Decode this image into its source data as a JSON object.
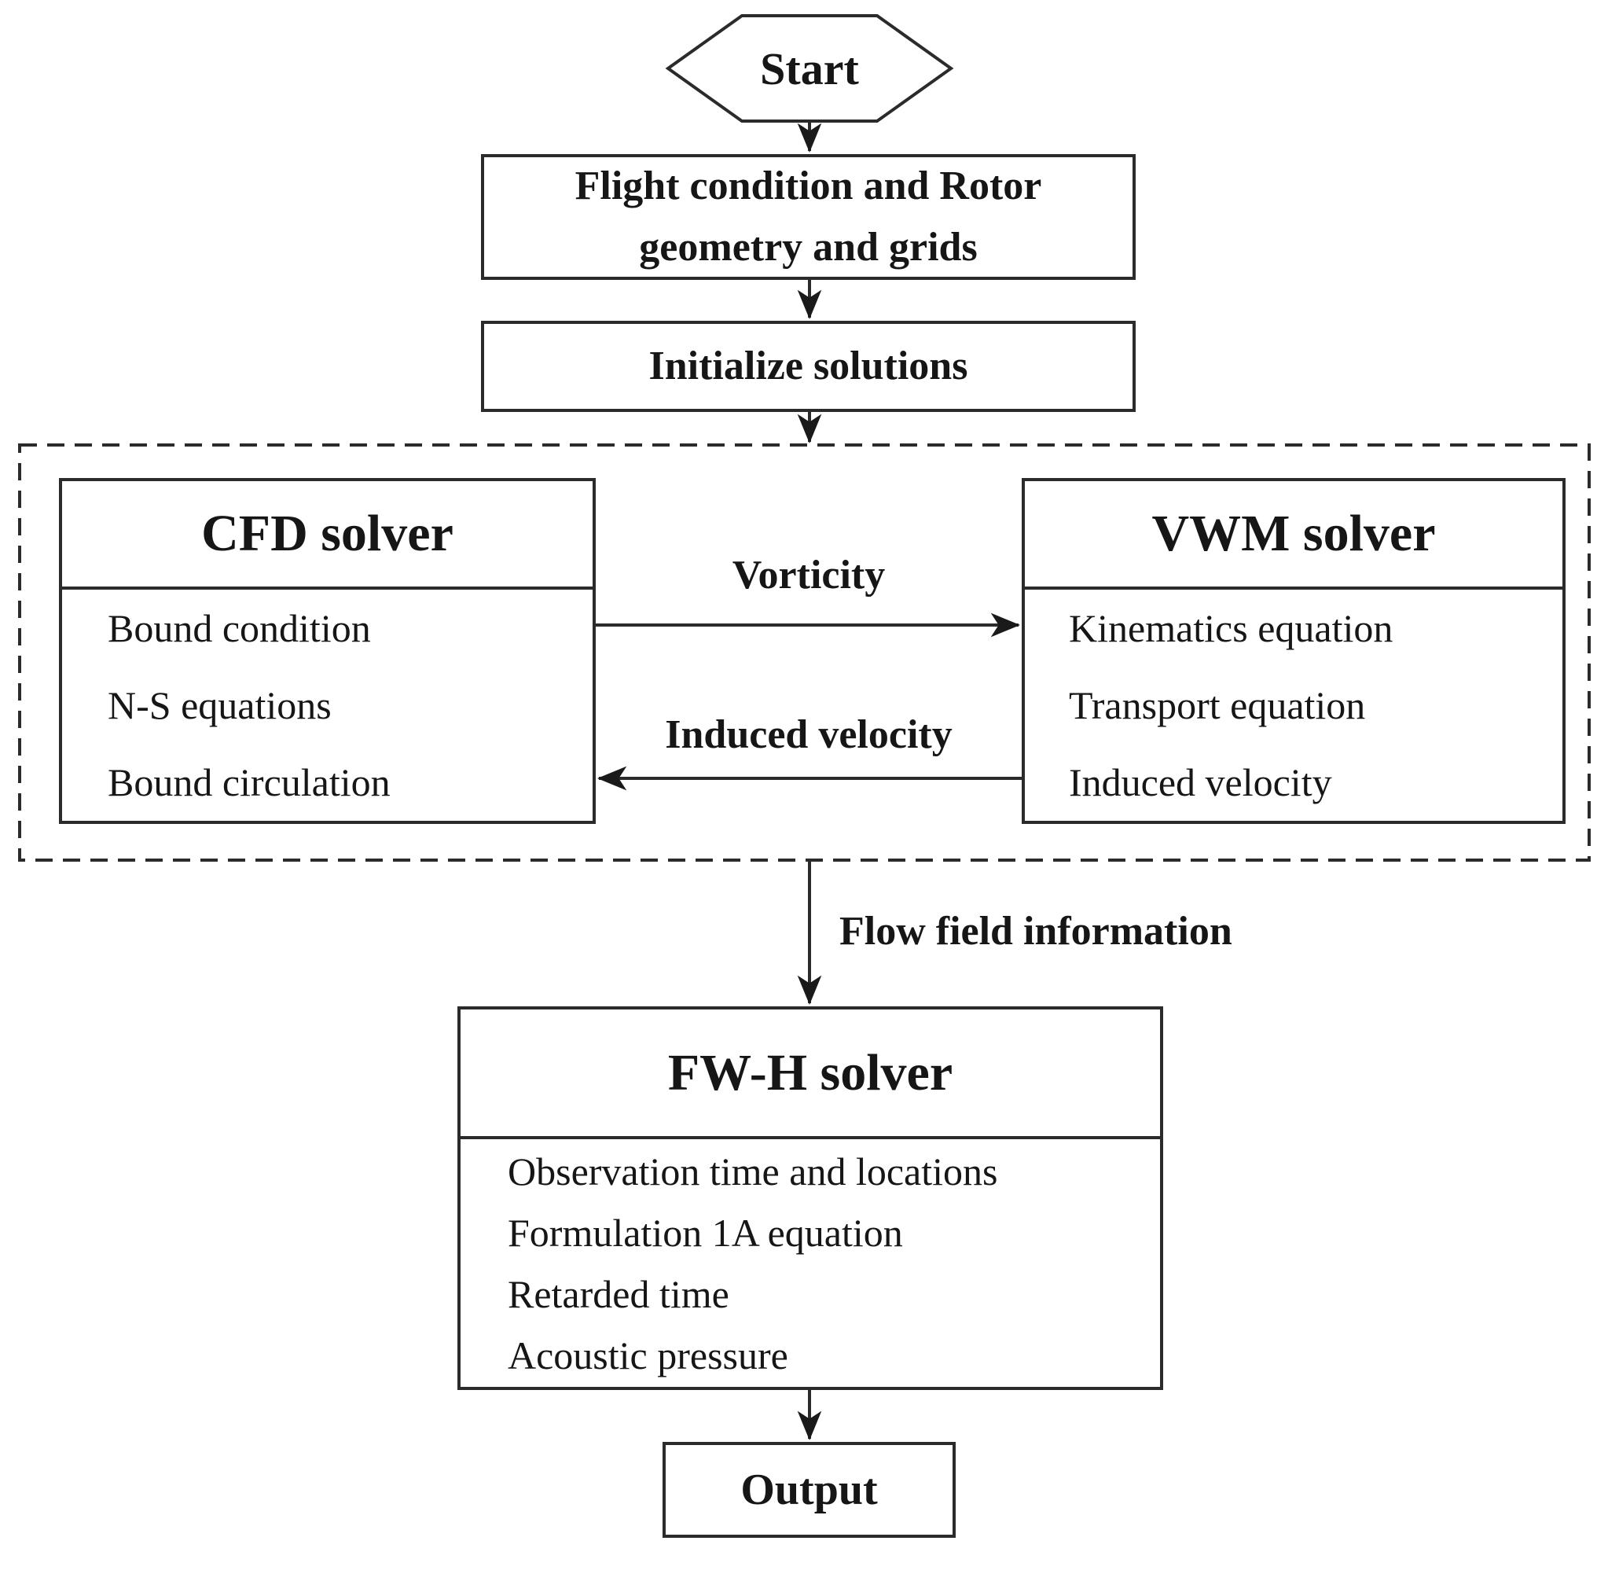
{
  "flowchart": {
    "start_label": "Start",
    "flight_box_label": "Flight condition and Rotor geometry and grids",
    "init_box_label": "Initialize solutions",
    "cfd": {
      "title": "CFD solver",
      "items": [
        "Bound condition",
        "N-S equations",
        "Bound circulation"
      ]
    },
    "vwm": {
      "title": "VWM solver",
      "items": [
        "Kinematics equation",
        "Transport equation",
        "Induced velocity"
      ]
    },
    "fwh": {
      "title": "FW-H solver",
      "items": [
        "Observation time and locations",
        "Formulation 1A equation",
        "Retarded time",
        "Acoustic pressure"
      ]
    },
    "edge_labels": {
      "vorticity": "Vorticity",
      "induced_velocity": "Induced velocity",
      "flow_field": "Flow field information"
    },
    "output_label": "Output",
    "colors": {
      "ink": "#161616",
      "line": "#2b2b2b",
      "background": "#ffffff"
    }
  }
}
